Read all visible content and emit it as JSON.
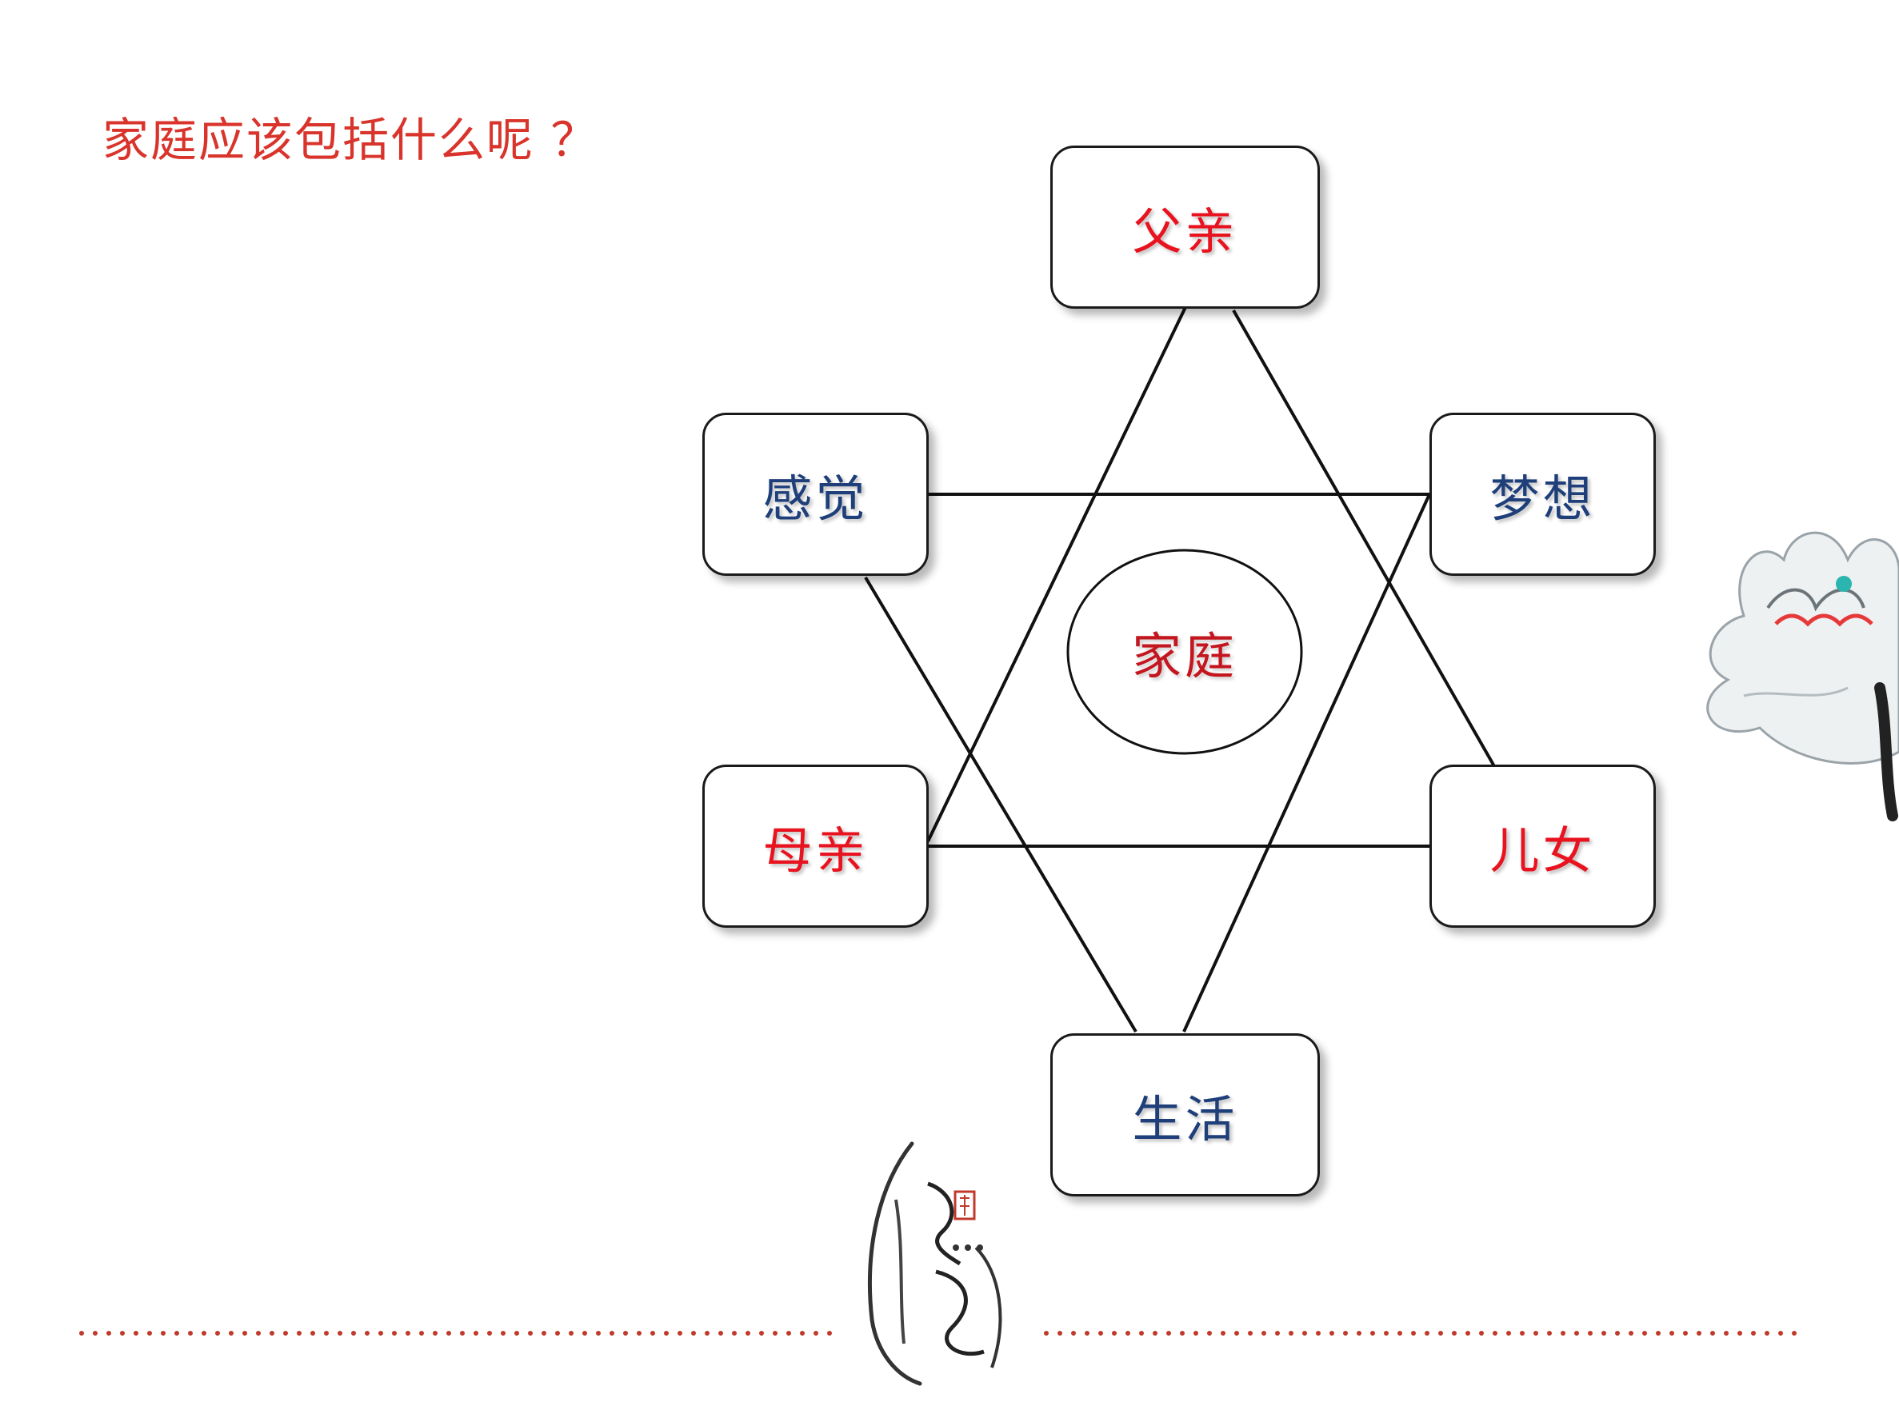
{
  "title": "家庭应该包括什么呢 ？",
  "center": {
    "label": "家庭"
  },
  "nodes": {
    "father": "父亲",
    "feeling": "感觉",
    "dream": "梦想",
    "mother": "母亲",
    "children": "儿女",
    "life": "生活"
  },
  "colors": {
    "title": "#d9342b",
    "red_node_text": "#e8131f",
    "blue_node_text": "#1f3f7a",
    "dots": "#c0392b"
  }
}
